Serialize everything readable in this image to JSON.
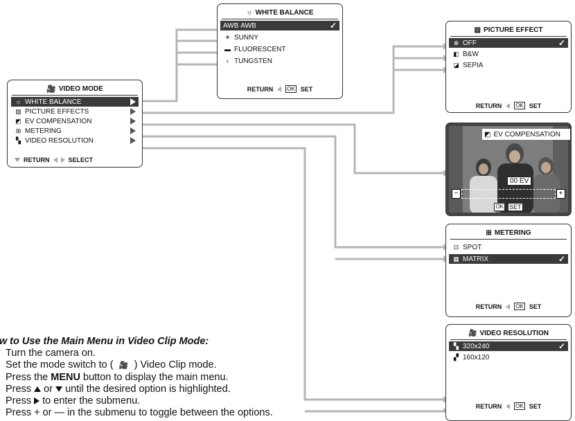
{
  "main_menu": {
    "title": "VIDEO MODE",
    "items": [
      {
        "label": "WHITE BALANCE",
        "icon": "white-balance-icon"
      },
      {
        "label": "PICTURE EFFECTS",
        "icon": "picture-effect-icon"
      },
      {
        "label": "EV COMPENSATION",
        "icon": "ev-icon"
      },
      {
        "label": "METERING",
        "icon": "metering-icon"
      },
      {
        "label": "VIDEO RESOLUTION",
        "icon": "resolution-icon"
      }
    ],
    "footer_return": "RETURN",
    "footer_select": "SELECT"
  },
  "white_balance": {
    "title": "WHITE BALANCE",
    "items": [
      {
        "label": "AWB",
        "prefix": "AWB",
        "selected": true
      },
      {
        "label": "SUNNY",
        "selected": false
      },
      {
        "label": "FLUORESCENT",
        "selected": false
      },
      {
        "label": "TUNGSTEN",
        "selected": false
      }
    ],
    "footer_return": "RETURN",
    "footer_ok": "OK",
    "footer_set": "SET"
  },
  "picture_effect": {
    "title": "PICTURE EFFECT",
    "items": [
      {
        "label": "OFF",
        "selected": true
      },
      {
        "label": "B&W",
        "selected": false
      },
      {
        "label": "SEPIA",
        "selected": false
      }
    ],
    "footer_return": "RETURN",
    "footer_ok": "OK",
    "footer_set": "SET"
  },
  "ev_compensation": {
    "title": "EV COMPENSATION",
    "value": "00 EV",
    "minus": "−",
    "plus": "+",
    "footer_ok": "OK",
    "footer_set": "SET"
  },
  "metering": {
    "title": "METERING",
    "items": [
      {
        "label": "SPOT",
        "selected": false
      },
      {
        "label": "MATRIX",
        "selected": true
      }
    ],
    "footer_return": "RETURN",
    "footer_ok": "OK",
    "footer_set": "SET"
  },
  "video_resolution": {
    "title": "VIDEO RESOLUTION",
    "items": [
      {
        "label": "320x240",
        "selected": true
      },
      {
        "label": "160x120",
        "selected": false
      }
    ],
    "footer_return": "RETURN",
    "footer_ok": "OK",
    "footer_set": "SET"
  },
  "check_mark": "✓",
  "instructions": {
    "heading": "ow to Use the Main Menu in Video Clip Mode:",
    "steps": [
      "Turn the camera on.",
      "Set the mode switch to (      ) Video Clip mode.",
      "Press the MENU button to display the main menu.",
      "Press    or    until the desired option is highlighted.",
      "Press    to enter the submenu.",
      "Press    or    in the submenu to toggle between the options."
    ],
    "step2_a": "Set the mode switch to (",
    "step2_b": ") Video Clip mode.",
    "step3_a": "Press the ",
    "step3_bold": "MENU",
    "step3_b": " button to display the main menu.",
    "step4_a": "Press",
    "step4_or": "or",
    "step4_b": "until the desired option is highlighted.",
    "step5_a": "Press",
    "step5_b": "to enter the submenu.",
    "step6_a": "Press",
    "step6_or": "or",
    "step6_b": "in the submenu to toggle between the options."
  },
  "colors": {
    "highlight": "#3a3a3a",
    "connector": "#b5b5b5"
  }
}
